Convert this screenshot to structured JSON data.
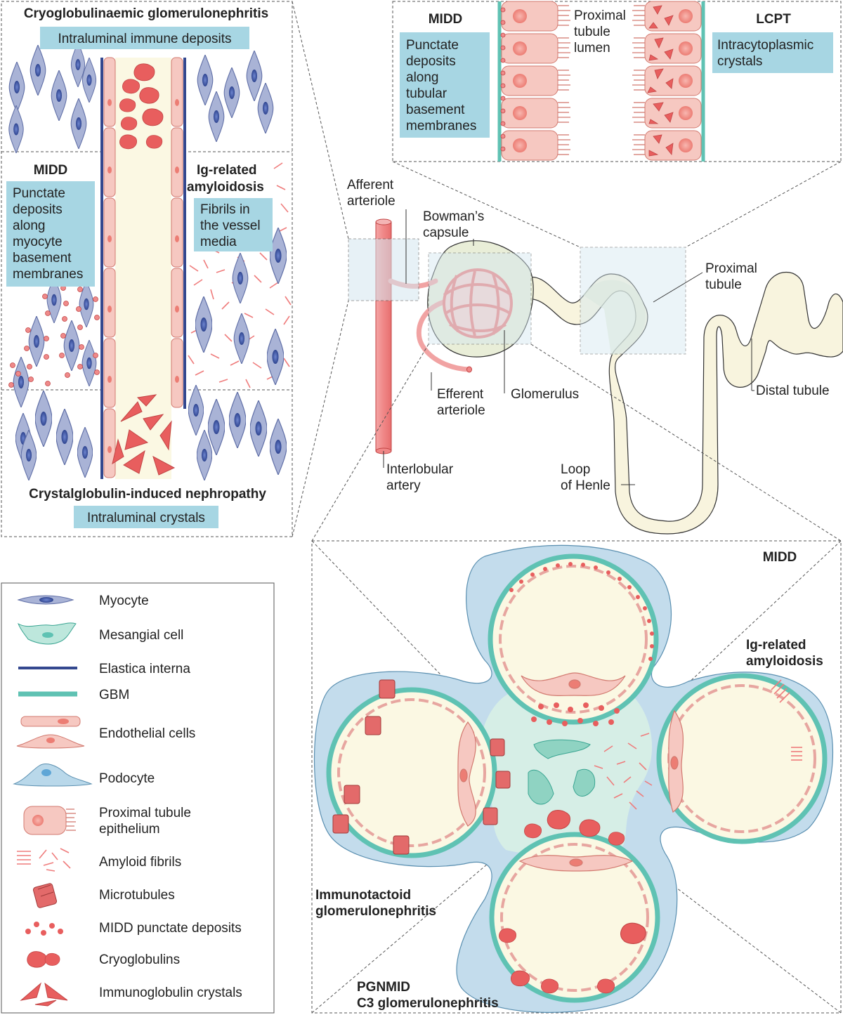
{
  "colors": {
    "myocyte": "#a9b3d6",
    "myocyte_nucleus": "#3e55a0",
    "elastica": "#34488f",
    "gbm": "#5fc2b3",
    "endothelial": "#f6c8c1",
    "endothelial_stroke": "#d27a70",
    "podocyte": "#b9d8ea",
    "deposit": "#e05a5a",
    "lumen": "#fbf8e3",
    "mesangium": "#d6eee6",
    "label_box": "#a7d6e3",
    "artery": "#f19a9a"
  },
  "top_left": {
    "cryo_title": "Cryoglobulinaemic glomerulonephritis",
    "cryo_box": "Intraluminal immune deposits",
    "midd_title": "MIDD",
    "midd_box": [
      "Punctate",
      "deposits",
      "along",
      "myocyte",
      "basement",
      "membranes"
    ],
    "amyl_title": [
      "Ig-related",
      "amyloidosis"
    ],
    "amyl_box": [
      "Fibrils in",
      "the vessel",
      "media"
    ],
    "crystal_title": "Crystalglobulin-induced nephropathy",
    "crystal_box": "Intraluminal crystals"
  },
  "top_right": {
    "midd_title": "MIDD",
    "midd_box": [
      "Punctate",
      "deposits",
      "along",
      "tubular",
      "basement",
      "membranes"
    ],
    "lumen_label": [
      "Proximal",
      "tubule",
      "lumen"
    ],
    "lcpt_title": "LCPT",
    "lcpt_box": [
      "Intracytoplasmic",
      "crystals"
    ]
  },
  "nephron": {
    "afferent": [
      "Afferent",
      "arteriole"
    ],
    "bowman": [
      "Bowman’s",
      "capsule"
    ],
    "proximal": [
      "Proximal",
      "tubule"
    ],
    "distal": "Distal tubule",
    "efferent": [
      "Efferent",
      "arteriole"
    ],
    "glomerulus": "Glomerulus",
    "interlobular": [
      "Interlobular",
      "artery"
    ],
    "loop": [
      "Loop",
      "of Henle"
    ]
  },
  "glomerulus_panel": {
    "midd": "MIDD",
    "amyloid": [
      "Ig-related",
      "amyloidosis"
    ],
    "immunotactoid": [
      "Immunotactoid",
      "glomerulonephritis"
    ],
    "pgnmid": [
      "PGNMID",
      "C3 glomerulonephritis"
    ]
  },
  "legend": [
    {
      "icon": "myocyte-icon",
      "label": "Myocyte"
    },
    {
      "icon": "mesangial-cell-icon",
      "label": "Mesangial cell"
    },
    {
      "icon": "elastica-interna-icon",
      "label": "Elastica interna"
    },
    {
      "icon": "gbm-icon",
      "label": "GBM"
    },
    {
      "icon": "endothelial-cells-icon",
      "label": "Endothelial cells"
    },
    {
      "icon": "podocyte-icon",
      "label": "Podocyte"
    },
    {
      "icon": "proximal-tubule-epithelium-icon",
      "label": [
        "Proximal tubule",
        "epithelium"
      ]
    },
    {
      "icon": "amyloid-fibrils-icon",
      "label": "Amyloid fibrils"
    },
    {
      "icon": "microtubules-icon",
      "label": "Microtubules"
    },
    {
      "icon": "midd-deposits-icon",
      "label": "MIDD punctate deposits"
    },
    {
      "icon": "cryoglobulins-icon",
      "label": "Cryoglobulins"
    },
    {
      "icon": "immunoglobulin-crystals-icon",
      "label": "Immunoglobulin crystals"
    }
  ]
}
